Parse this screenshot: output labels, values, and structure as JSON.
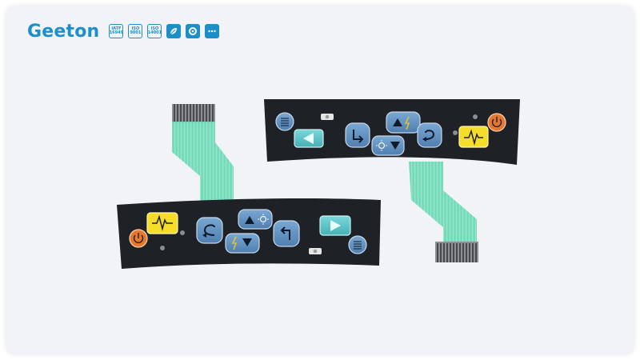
{
  "brand": {
    "name": "Geeton",
    "certs": [
      {
        "line1": "IATF",
        "line2": "16949"
      },
      {
        "line1": "ISO",
        "line2": "9001"
      },
      {
        "line1": "ISO",
        "line2": "14001"
      }
    ],
    "icons": [
      "leaf-icon",
      "gear-icon",
      "more-icon"
    ],
    "color": "#1d8fc7"
  },
  "product": {
    "description_colors": {
      "panel": "#1e2126",
      "flex_tail": "#6fd8b6",
      "blue_key": "#5f8fbe",
      "teal_key": "#57c2c6",
      "yellow_key": "#f5dd2a",
      "orange_key": "#e6772f"
    }
  }
}
